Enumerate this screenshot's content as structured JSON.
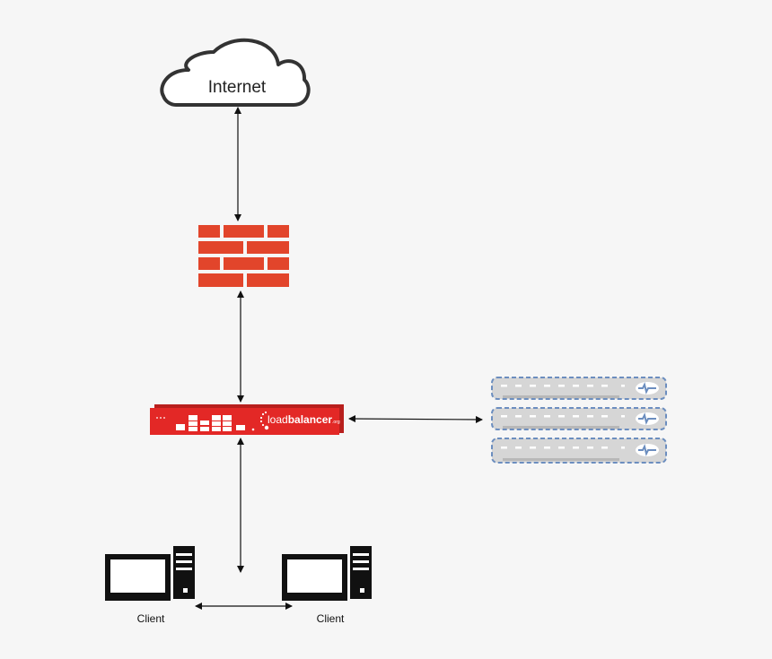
{
  "nodes": {
    "internet": {
      "label": "Internet",
      "icon": "cloud-icon"
    },
    "firewall": {
      "icon": "firewall-icon",
      "color": "#e2452b"
    },
    "load_balancer": {
      "icon": "load-balancer-appliance-icon",
      "color": "#e32826",
      "brand_prefix": "load",
      "brand_bold": "balancer",
      "brand_suffix": ".org"
    },
    "server_stack": {
      "icon": "server-stack-icon",
      "unit_count": 3,
      "fill_color": "#d6d6d6",
      "border_color": "#6c8ebf"
    },
    "clients": [
      {
        "label": "Client",
        "icon": "desktop-computer-icon"
      },
      {
        "label": "Client",
        "icon": "desktop-computer-icon"
      }
    ]
  },
  "connections": [
    {
      "from": "internet",
      "to": "firewall",
      "style": "bidirectional-arrow"
    },
    {
      "from": "firewall",
      "to": "load_balancer",
      "style": "bidirectional-arrow"
    },
    {
      "from": "load_balancer",
      "to": "server_stack",
      "style": "bidirectional-arrow"
    },
    {
      "from": "load_balancer",
      "to": "clients",
      "style": "bidirectional-arrow"
    },
    {
      "from": "client_1",
      "to": "client_2",
      "style": "bidirectional-arrow"
    }
  ],
  "colors": {
    "background": "#f6f6f6",
    "arrow": "#111111",
    "cloud_stroke": "#333333",
    "computer": "#111111"
  }
}
